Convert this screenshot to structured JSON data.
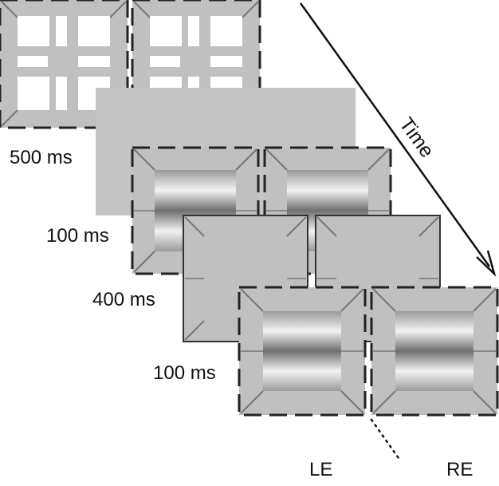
{
  "time_label": "Time",
  "frames": [
    {
      "duration": "500 ms",
      "stimulus": "mask-pattern"
    },
    {
      "duration": "100 ms",
      "stimulus": "grating"
    },
    {
      "duration": "400 ms",
      "stimulus": "blank"
    },
    {
      "duration": "100 ms",
      "stimulus": "grating"
    }
  ],
  "eye_labels": {
    "left": "LE",
    "right": "RE"
  },
  "colors": {
    "panel_fill": "#c0c0c0",
    "screen_gray": "#c4c4c4",
    "frame_border": "#222222",
    "arrow": "#111111",
    "background": "#ffffff"
  }
}
